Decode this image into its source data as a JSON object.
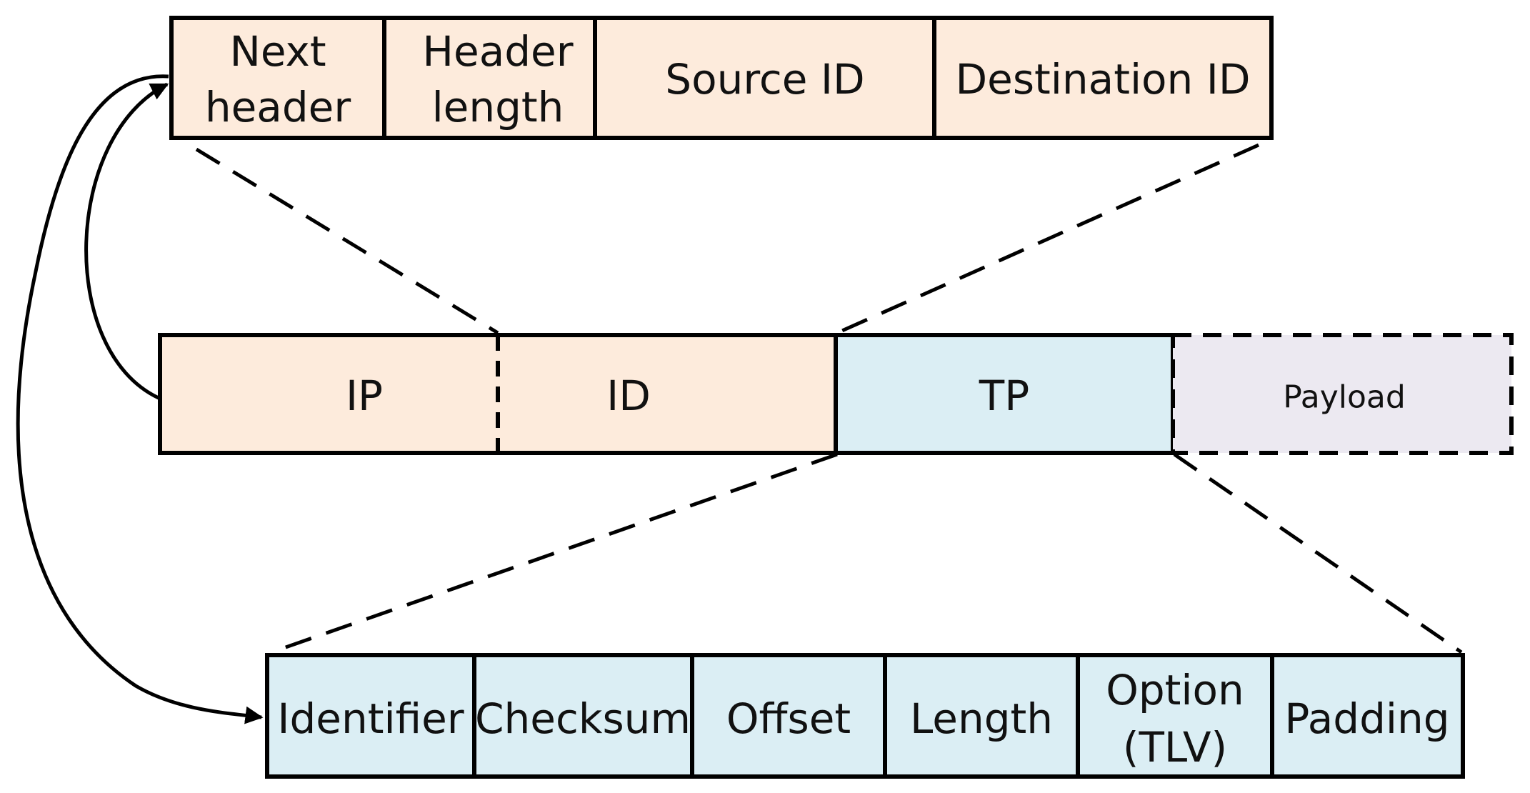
{
  "colors": {
    "header_fill": "#fdebdc",
    "tp_fill": "#dbeef4",
    "payload_fill": "#ece9f1",
    "stroke": "#000000"
  },
  "top_row": {
    "next_header": [
      "Next",
      "header"
    ],
    "header_length": [
      "Header",
      "length"
    ],
    "source_id": "Source ID",
    "destination_id": "Destination ID"
  },
  "middle_row": {
    "ip": "IP",
    "id": "ID",
    "tp": "TP",
    "payload": "Payload"
  },
  "bottom_row": {
    "identifier": "Identifier",
    "checksum": "Checksum",
    "offset": "Offset",
    "length": "Length",
    "option": [
      "Option",
      "(TLV)"
    ],
    "padding": "Padding"
  }
}
